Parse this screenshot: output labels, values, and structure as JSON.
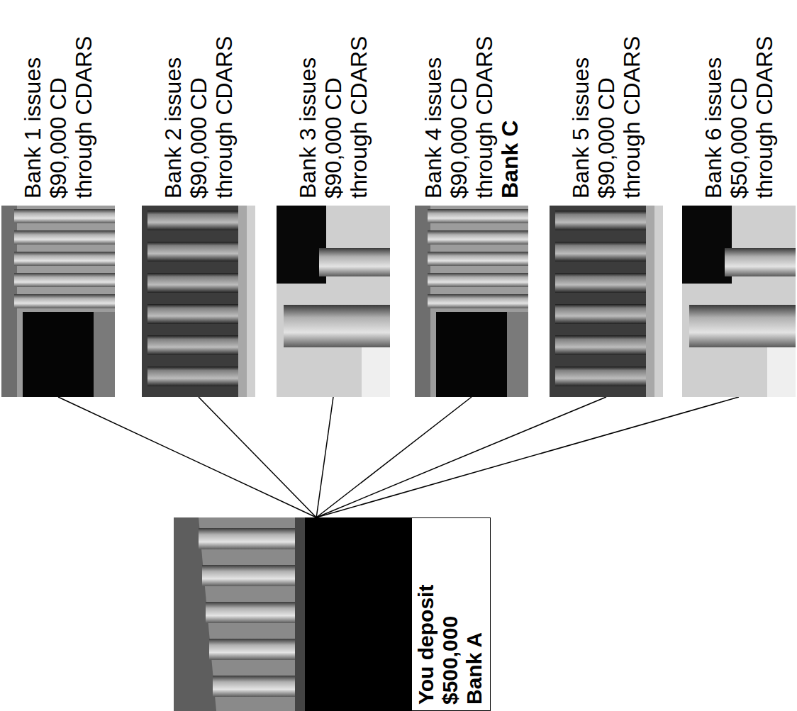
{
  "diagram": {
    "nodes": [
      {
        "text": [
          "You deposit $500,000",
          "Bank A"
        ]
      },
      {
        "text": [
          "Bank 1 issues $90,000 CD through CDARS"
        ]
      },
      {
        "text": [
          "Bank 2 issues $90,000 CD through CDARS"
        ]
      },
      {
        "text": [
          "Bank 3 issues $90,000 CD through CDARS"
        ]
      },
      {
        "text": [
          "Bank 4 issues $90,000 CD through CDARS",
          "Bank C"
        ]
      },
      {
        "text": [
          "Bank 5 issues $90,000 CD through CDARS"
        ]
      },
      {
        "text": [
          "Bank 6 issues $50,000 CD through CDARS"
        ]
      }
    ],
    "edges": [
      {
        "from": 0,
        "to": 1,
        "arrow": "none"
      },
      {
        "from": 0,
        "to": 2,
        "arrow": "none"
      },
      {
        "from": 0,
        "to": 3,
        "arrow": "none"
      },
      {
        "from": 0,
        "to": 4,
        "arrow": "none"
      },
      {
        "from": 0,
        "to": 5,
        "arrow": "none"
      },
      {
        "from": 0,
        "to": 6,
        "arrow": "none"
      }
    ]
  }
}
